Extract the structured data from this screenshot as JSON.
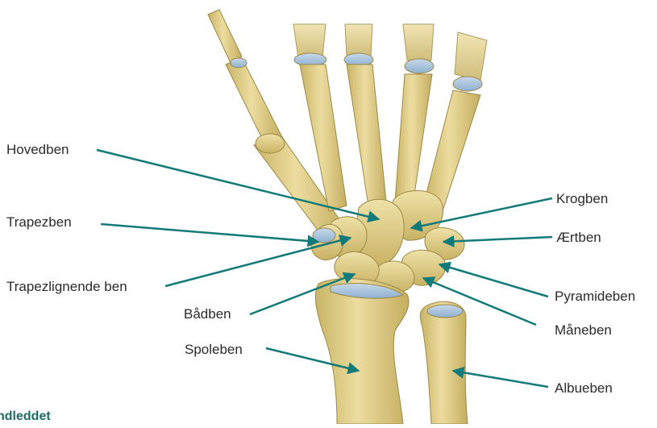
{
  "labels": {
    "hovedben": "Hovedben",
    "trapezben": "Trapezben",
    "trapezlignende": "Trapezlignende ben",
    "baadben": "Bådben",
    "spoleben": "Spoleben",
    "krogben": "Krogben",
    "aertben": "Ærtben",
    "pyramideben": "Pyramideben",
    "maaneben": "Måneben",
    "albueben": "Albueben"
  },
  "caption": "ndleddet",
  "colors": {
    "bone": "#e3d08d",
    "bone_shade": "#c7b265",
    "bone_outline": "#9c8a45",
    "cartilage": "#a9c3dc",
    "leader": "#127a78"
  }
}
